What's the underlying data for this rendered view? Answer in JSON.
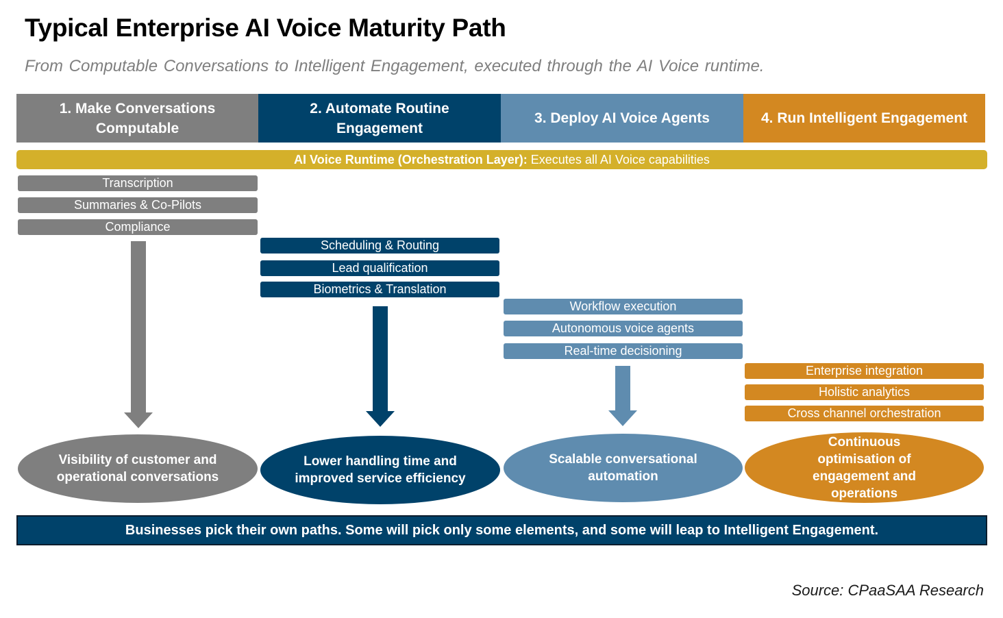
{
  "title": "Typical Enterprise AI Voice Maturity Path",
  "subtitle": "From Computable Conversations to Intelligent Engagement, executed through the AI Voice runtime.",
  "colors": {
    "phase1": "#7f7f7f",
    "phase2": "#00426a",
    "phase3": "#5f8caf",
    "phase4": "#d38821",
    "runtime": "#d4b02a",
    "banner": "#00426a"
  },
  "phases": [
    {
      "label": "1. Make Conversations Computable",
      "capabilities": [
        "Transcription",
        "Summaries & Co-Pilots",
        "Compliance"
      ],
      "outcome": "Visibility of customer and operational conversations"
    },
    {
      "label": "2. Automate Routine Engagement",
      "capabilities": [
        "Scheduling & Routing",
        "Lead qualification",
        "Biometrics & Translation"
      ],
      "outcome": "Lower handling time and improved service efficiency"
    },
    {
      "label": "3. Deploy AI Voice Agents",
      "capabilities": [
        "Workflow execution",
        "Autonomous voice agents",
        "Real-time decisioning"
      ],
      "outcome": "Scalable conversational automation"
    },
    {
      "label": "4. Run Intelligent Engagement",
      "capabilities": [
        "Enterprise integration",
        "Holistic analytics",
        "Cross channel orchestration"
      ],
      "outcome": "Continuous optimisation of engagement and operations"
    }
  ],
  "runtime": {
    "label": "AI Voice Runtime (Orchestration Layer):",
    "description": "Executes all AI Voice capabilities"
  },
  "banner": "Businesses pick their own paths. Some will pick only some elements, and some will leap to Intelligent Engagement.",
  "source": "Source: CPaaSAA Research"
}
